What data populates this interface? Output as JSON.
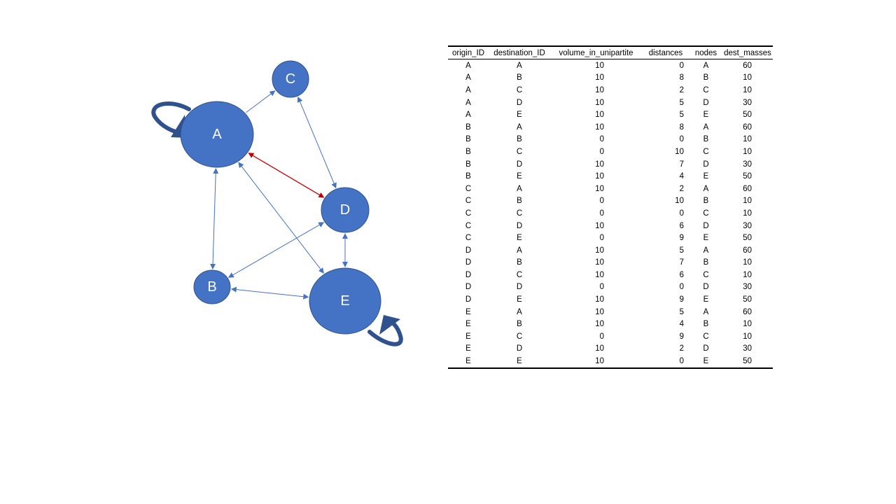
{
  "colors": {
    "node_fill": "#4472c4",
    "node_stroke": "#2f528f",
    "edge": "#4472c4",
    "highlight_edge": "#c00000",
    "self_loop": "#2f528f"
  },
  "graph": {
    "nodes": [
      {
        "id": "A",
        "label": "A"
      },
      {
        "id": "B",
        "label": "B"
      },
      {
        "id": "C",
        "label": "C"
      },
      {
        "id": "D",
        "label": "D"
      },
      {
        "id": "E",
        "label": "E"
      }
    ],
    "edges": [
      {
        "from": "A",
        "to": "C",
        "type": "directed"
      },
      {
        "from": "A",
        "to": "D",
        "type": "bidirectional",
        "highlight": true
      },
      {
        "from": "A",
        "to": "B",
        "type": "bidirectional"
      },
      {
        "from": "A",
        "to": "E",
        "type": "bidirectional"
      },
      {
        "from": "C",
        "to": "D",
        "type": "bidirectional"
      },
      {
        "from": "D",
        "to": "B",
        "type": "bidirectional"
      },
      {
        "from": "D",
        "to": "E",
        "type": "bidirectional"
      },
      {
        "from": "B",
        "to": "E",
        "type": "bidirectional"
      }
    ],
    "self_loops": [
      "A",
      "E"
    ]
  },
  "table": {
    "headers": [
      "origin_ID",
      "destination_ID",
      "volume_in_unipartite",
      "distances",
      "nodes",
      "dest_masses"
    ],
    "rows": [
      [
        "A",
        "A",
        "10",
        "0",
        "A",
        "60"
      ],
      [
        "A",
        "B",
        "10",
        "8",
        "B",
        "10"
      ],
      [
        "A",
        "C",
        "10",
        "2",
        "C",
        "10"
      ],
      [
        "A",
        "D",
        "10",
        "5",
        "D",
        "30"
      ],
      [
        "A",
        "E",
        "10",
        "5",
        "E",
        "50"
      ],
      [
        "B",
        "A",
        "10",
        "8",
        "A",
        "60"
      ],
      [
        "B",
        "B",
        "0",
        "0",
        "B",
        "10"
      ],
      [
        "B",
        "C",
        "0",
        "10",
        "C",
        "10"
      ],
      [
        "B",
        "D",
        "10",
        "7",
        "D",
        "30"
      ],
      [
        "B",
        "E",
        "10",
        "4",
        "E",
        "50"
      ],
      [
        "C",
        "A",
        "10",
        "2",
        "A",
        "60"
      ],
      [
        "C",
        "B",
        "0",
        "10",
        "B",
        "10"
      ],
      [
        "C",
        "C",
        "0",
        "0",
        "C",
        "10"
      ],
      [
        "C",
        "D",
        "10",
        "6",
        "D",
        "30"
      ],
      [
        "C",
        "E",
        "0",
        "9",
        "E",
        "50"
      ],
      [
        "D",
        "A",
        "10",
        "5",
        "A",
        "60"
      ],
      [
        "D",
        "B",
        "10",
        "7",
        "B",
        "10"
      ],
      [
        "D",
        "C",
        "10",
        "6",
        "C",
        "10"
      ],
      [
        "D",
        "D",
        "0",
        "0",
        "D",
        "30"
      ],
      [
        "D",
        "E",
        "10",
        "9",
        "E",
        "50"
      ],
      [
        "E",
        "A",
        "10",
        "5",
        "A",
        "60"
      ],
      [
        "E",
        "B",
        "10",
        "4",
        "B",
        "10"
      ],
      [
        "E",
        "C",
        "0",
        "9",
        "C",
        "10"
      ],
      [
        "E",
        "D",
        "10",
        "2",
        "D",
        "30"
      ],
      [
        "E",
        "E",
        "10",
        "0",
        "E",
        "50"
      ]
    ]
  }
}
